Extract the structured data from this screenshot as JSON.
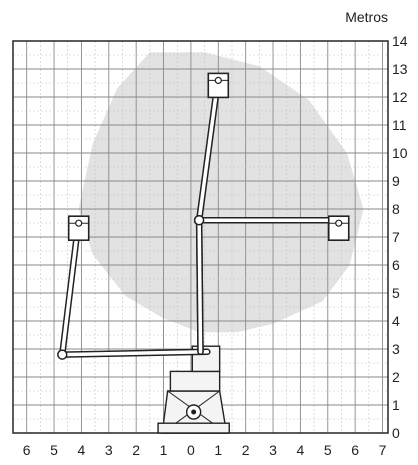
{
  "chart_data": {
    "type": "diagram",
    "title": "",
    "unit_label": "Metros",
    "x_ticks": [
      6,
      5,
      4,
      3,
      2,
      1,
      0,
      1,
      2,
      3,
      4,
      5,
      6,
      7
    ],
    "y_ticks": [
      0,
      1,
      2,
      3,
      4,
      5,
      6,
      7,
      8,
      9,
      10,
      11,
      12,
      13,
      14
    ],
    "xlim": [
      -6.5,
      7.2
    ],
    "ylim": [
      0,
      14
    ],
    "grid": true,
    "working_envelope": {
      "fill": "#e2e2e2",
      "outline": [
        [
          -1.5,
          13.6
        ],
        [
          0.5,
          13.6
        ],
        [
          2.5,
          13.1
        ],
        [
          4.3,
          11.9
        ],
        [
          5.7,
          10.0
        ],
        [
          6.3,
          8.0
        ],
        [
          5.8,
          6.0
        ],
        [
          4.8,
          4.7
        ],
        [
          3.0,
          3.9
        ],
        [
          1.7,
          3.6
        ],
        [
          0.3,
          3.6
        ],
        [
          -1.0,
          4.1
        ],
        [
          -2.4,
          4.9
        ],
        [
          -3.6,
          6.4
        ],
        [
          -4.1,
          8.0
        ],
        [
          -3.6,
          10.3
        ],
        [
          -2.7,
          12.3
        ]
      ]
    },
    "boom_positions": [
      {
        "pivot": [
          0.6,
          2.9
        ],
        "elbow": [
          -4.7,
          2.8
        ],
        "basket": [
          -4.1,
          7.6
        ]
      },
      {
        "pivot": [
          0.35,
          2.9
        ],
        "elbow": [
          0.3,
          7.6
        ],
        "basket": [
          1.0,
          12.7
        ]
      },
      {
        "pivot": [
          0.35,
          2.9
        ],
        "elbow": [
          0.3,
          7.6
        ],
        "basket": [
          5.4,
          7.6
        ]
      }
    ]
  }
}
